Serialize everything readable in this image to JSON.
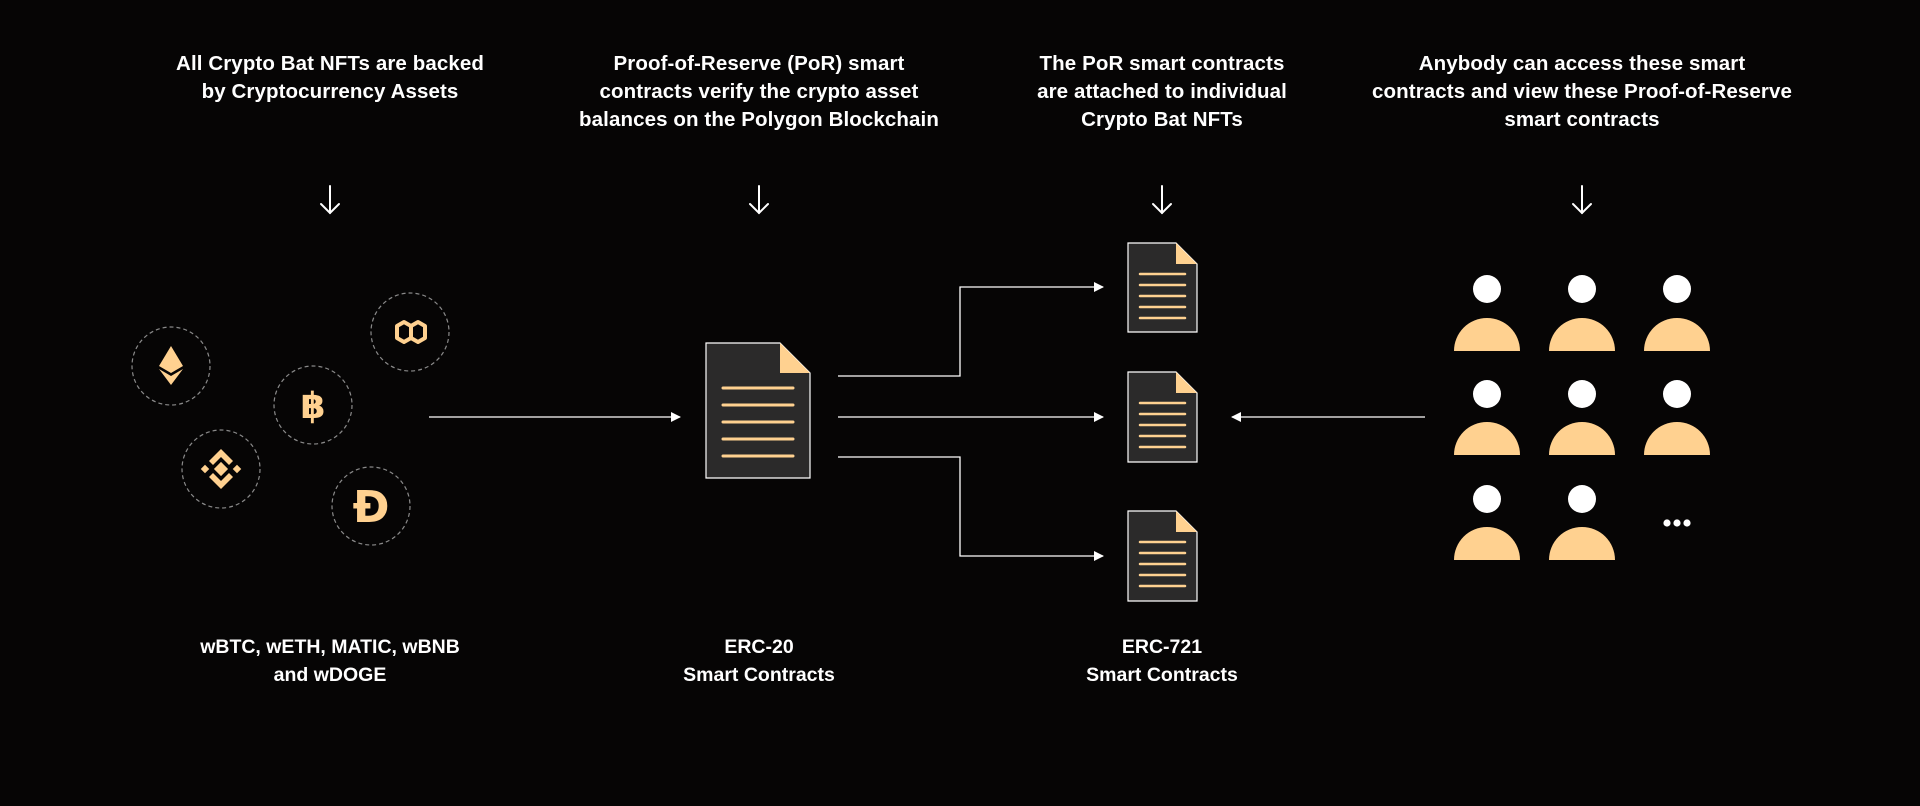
{
  "colors": {
    "background": "#060505",
    "text": "#ffffff",
    "accent": "#ffd190",
    "document_fill": "#2b2a2a",
    "document_fold": "#ffd190",
    "connector": "#ffffff",
    "coin_ring": "#8a8a8a"
  },
  "steps": [
    {
      "caption_lines": [
        "All Crypto Bat NFTs are backed",
        "by Cryptocurrency Assets"
      ],
      "label_lines": [
        "wBTC, wETH, MATIC, wBNB",
        "and wDOGE"
      ]
    },
    {
      "caption_lines": [
        "Proof-of-Reserve (PoR) smart",
        "contracts verify the crypto asset",
        "balances on the Polygon Blockchain"
      ],
      "label_lines": [
        "ERC-20",
        "Smart Contracts"
      ]
    },
    {
      "caption_lines": [
        "The PoR smart contracts",
        "are attached to individual",
        "Crypto Bat NFTs"
      ],
      "label_lines": [
        "ERC-721",
        "Smart Contracts"
      ]
    },
    {
      "caption_lines": [
        "Anybody can access these smart",
        "contracts and view these Proof-of-Reserve",
        "smart contracts"
      ],
      "label_lines": []
    }
  ],
  "coins": [
    {
      "icon": "ethereum-icon",
      "glyph": ""
    },
    {
      "icon": "bitcoin-icon",
      "glyph": "฿"
    },
    {
      "icon": "polygon-icon",
      "glyph": ""
    },
    {
      "icon": "binance-icon",
      "glyph": ""
    },
    {
      "icon": "dogecoin-icon",
      "glyph": "Ɖ"
    }
  ],
  "users": {
    "count": 8,
    "overflow_text": "..."
  }
}
